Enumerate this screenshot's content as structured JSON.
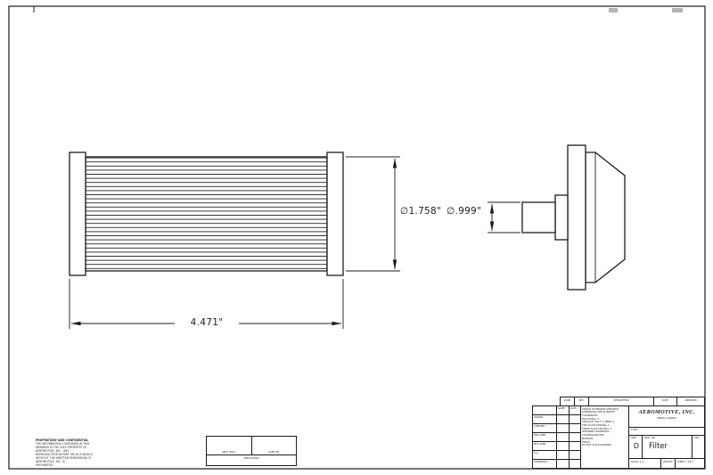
{
  "drawing": {
    "dimensions": {
      "length": "4.471\"",
      "element_diameter": "∅1.758\"",
      "port_diameter": "∅.999\""
    }
  },
  "title_block": {
    "company": "AEROMOTIVE, INC.",
    "company_sub": "LENEXA, KANSAS",
    "name_header": "NAME",
    "date_header": "DATE",
    "rows": [
      "DRAWN",
      "CHECKED",
      "ENG APPR.",
      "MFG APPR.",
      "Q.A.",
      "COMMENTS:"
    ],
    "tolerance_lines": [
      "UNLESS OTHERWISE SPECIFIED:",
      "DIMENSIONS ARE IN INCHES",
      "TOLERANCES:",
      "FRACTIONAL ±",
      "ANGULAR: MACH ±  BEND ±",
      "TWO PLACE DECIMAL    ±",
      "THREE PLACE DECIMAL  ±",
      "INTERPRET GEOMETRIC",
      "TOLERANCING PER:",
      "MATERIAL",
      "FINISH",
      "DO NOT SCALE DRAWING"
    ],
    "title_label": "TITLE:",
    "size_label": "SIZE",
    "size": "D",
    "dwg_no_label": "DWG. NO.",
    "dwg_title": "Filter",
    "rev_label": "REV",
    "scale": "SCALE: 1:1",
    "weight": "WEIGHT:",
    "sheet": "SHEET 1 OF 1"
  },
  "revision_strip": {
    "cells": [
      "ZONE",
      "REV.",
      "DESCRIPTION",
      "DATE",
      "APPROVED"
    ]
  },
  "proprietary": {
    "lines": [
      "PROPRIETARY AND CONFIDENTIAL",
      "THE INFORMATION CONTAINED IN THIS",
      "DRAWING IS THE SOLE PROPERTY OF",
      "AEROMOTIVE, INC.. ANY",
      "REPRODUCTION IN PART OR AS A WHOLE",
      "WITHOUT THE WRITTEN PERMISSION OF",
      "AEROMOTIVE, INC. IS",
      "PROHIBITED."
    ]
  },
  "application": {
    "next_assy": "NEXT ASSY",
    "used_on": "USED ON",
    "label": "APPLICATION"
  }
}
